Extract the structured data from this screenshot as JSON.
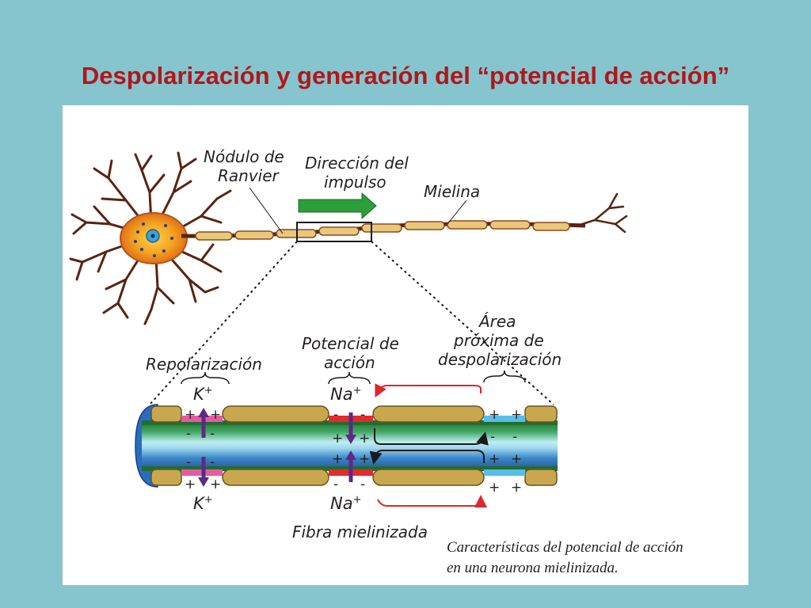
{
  "slide": {
    "title": "Despolarización y generación del “potencial de acción”"
  },
  "labels": {
    "nodulo_line1": "Nódulo de",
    "nodulo_line2": "Ranvier",
    "direccion_line1": "Dirección del",
    "direccion_line2": "impulso",
    "mielina": "Mielina",
    "repolarizacion": "Repolarización",
    "potencial_line1": "Potencial de",
    "potencial_line2": "acción",
    "area_line1": "Área",
    "area_line2": "próxima de",
    "area_line3": "despolarización",
    "fibra": "Fibra mielinizada"
  },
  "ions": {
    "k": "K",
    "na": "Na",
    "charge": "+"
  },
  "signs": {
    "plus": "+",
    "minus": "-"
  },
  "caption": {
    "line1": "Características del potencial de acción",
    "line2": "en una neurona mielinizada."
  },
  "colors": {
    "background": "#86c5cd",
    "title": "#b1161b",
    "myelin": "#c9a74f",
    "axon": "#3aa373",
    "repolarization": "#e65b9f",
    "action_potential": "#e32b2b",
    "next_area": "#58bde8",
    "arrow_green": "#2d9e3a",
    "arrow_red": "#e0262a"
  }
}
